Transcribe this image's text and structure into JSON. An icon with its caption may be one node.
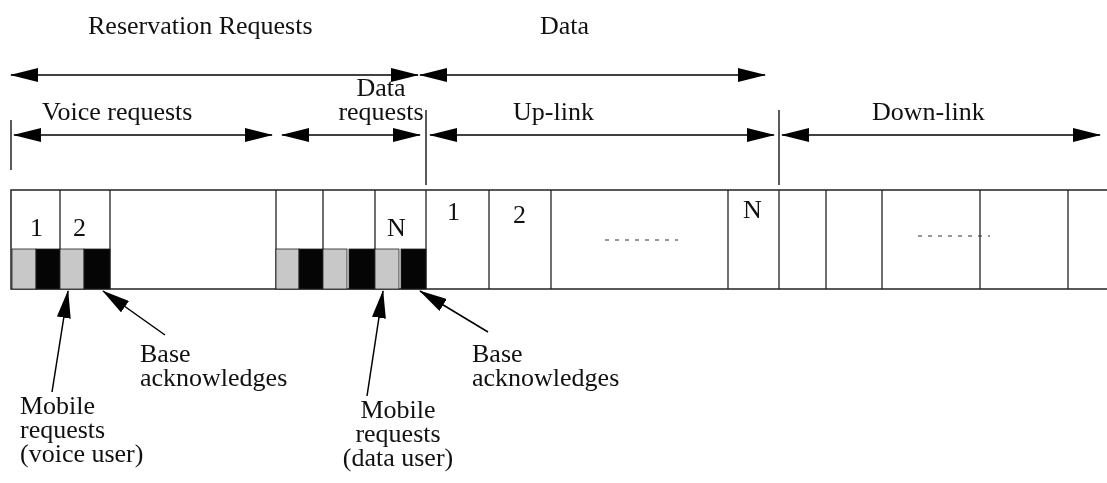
{
  "diagram": {
    "nodes": [
      {
        "text": [],
        "shape": "box"
      },
      {
        "text": [],
        "shape": "box"
      },
      {
        "text": [],
        "shape": "box"
      },
      {
        "text": [],
        "shape": "box"
      },
      {
        "text": [],
        "shape": "box"
      },
      {
        "text": [],
        "shape": "box"
      },
      {
        "text": [],
        "shape": "box"
      },
      {
        "text": [],
        "shape": "box"
      },
      {
        "text": [],
        "shape": "box"
      },
      {
        "text": [],
        "shape": "box"
      },
      {
        "text": [
          "Mobile requests (voice user)"
        ]
      },
      {
        "text": [
          "Base acknowledges"
        ]
      },
      {
        "text": [
          "Mobile requests (data user)"
        ]
      },
      {
        "text": [
          "Base acknowledges"
        ]
      }
    ],
    "edges": [
      {
        "from": 10,
        "to": 2,
        "arrow": "to"
      },
      {
        "from": 11,
        "to": 3,
        "arrow": "to"
      },
      {
        "from": 12,
        "to": 8,
        "arrow": "to"
      },
      {
        "from": 13,
        "to": 9,
        "arrow": "to"
      }
    ],
    "labels": [
      "Reservation Requests",
      "Data",
      "Voice requests",
      "Data requests",
      "Up-link",
      "Down-link",
      "1",
      "2",
      "N",
      "1",
      "2",
      "N"
    ]
  }
}
